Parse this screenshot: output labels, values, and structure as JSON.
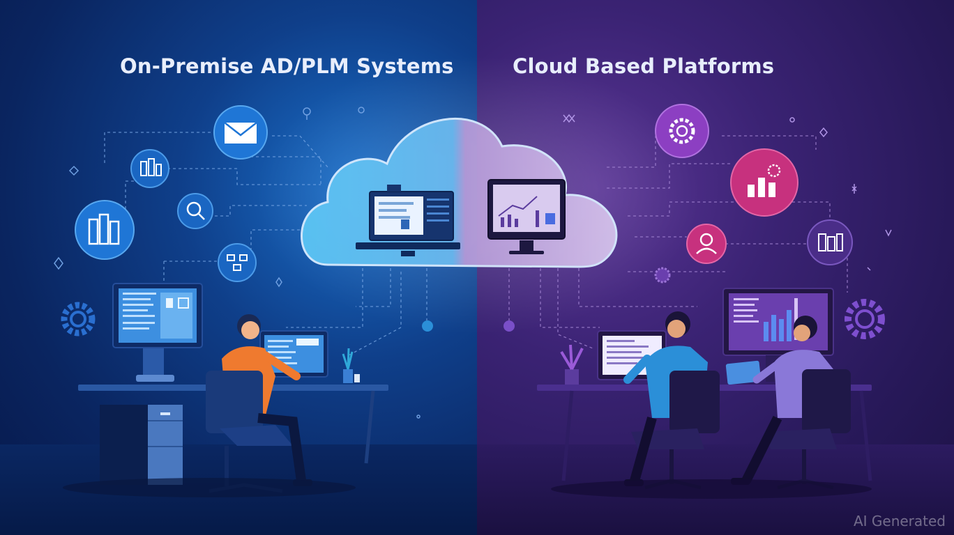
{
  "left_panel": {
    "title": "On-Premise AD/PLM Systems",
    "bg_color": "#0f3f8a",
    "icons": [
      "mail-icon",
      "building-icon",
      "document-search-icon",
      "database-icon",
      "network-icon",
      "gear-icon"
    ]
  },
  "right_panel": {
    "title": "Cloud Based Platforms",
    "bg_color": "#3b2374",
    "icons": [
      "settings-gear-icon",
      "bar-chart-icon",
      "user-profile-icon",
      "dashboard-icon",
      "gear-icon"
    ]
  },
  "center": {
    "icons": [
      "cloud-icon"
    ]
  },
  "watermark": "AI Generated"
}
